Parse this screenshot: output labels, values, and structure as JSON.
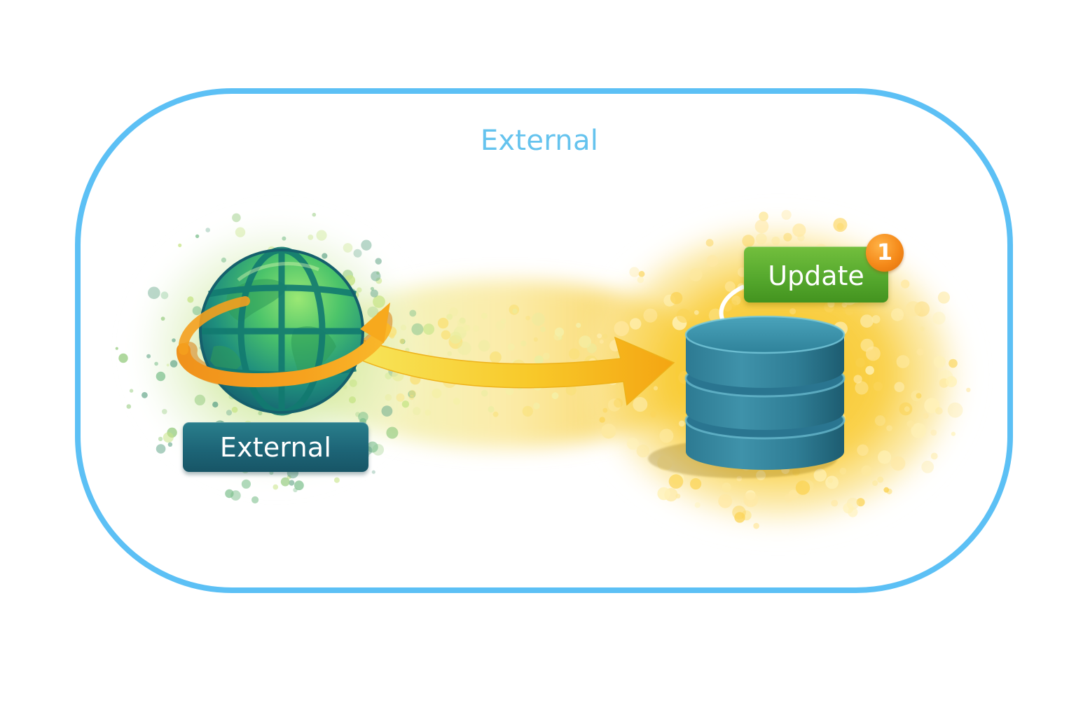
{
  "diagram": {
    "frame": {
      "label": "External",
      "border_color": "#5cc0f5"
    },
    "source": {
      "icon": "globe-icon",
      "label": "External",
      "tag_color": "#1d6577"
    },
    "target": {
      "icon": "database-icon",
      "tag_label": "Update",
      "tag_color": "#56a92e",
      "badge_count": "1",
      "badge_color": "#f58a1a"
    },
    "flow": {
      "direction": "source-to-target",
      "arrow_color": "#f5b81a"
    }
  }
}
